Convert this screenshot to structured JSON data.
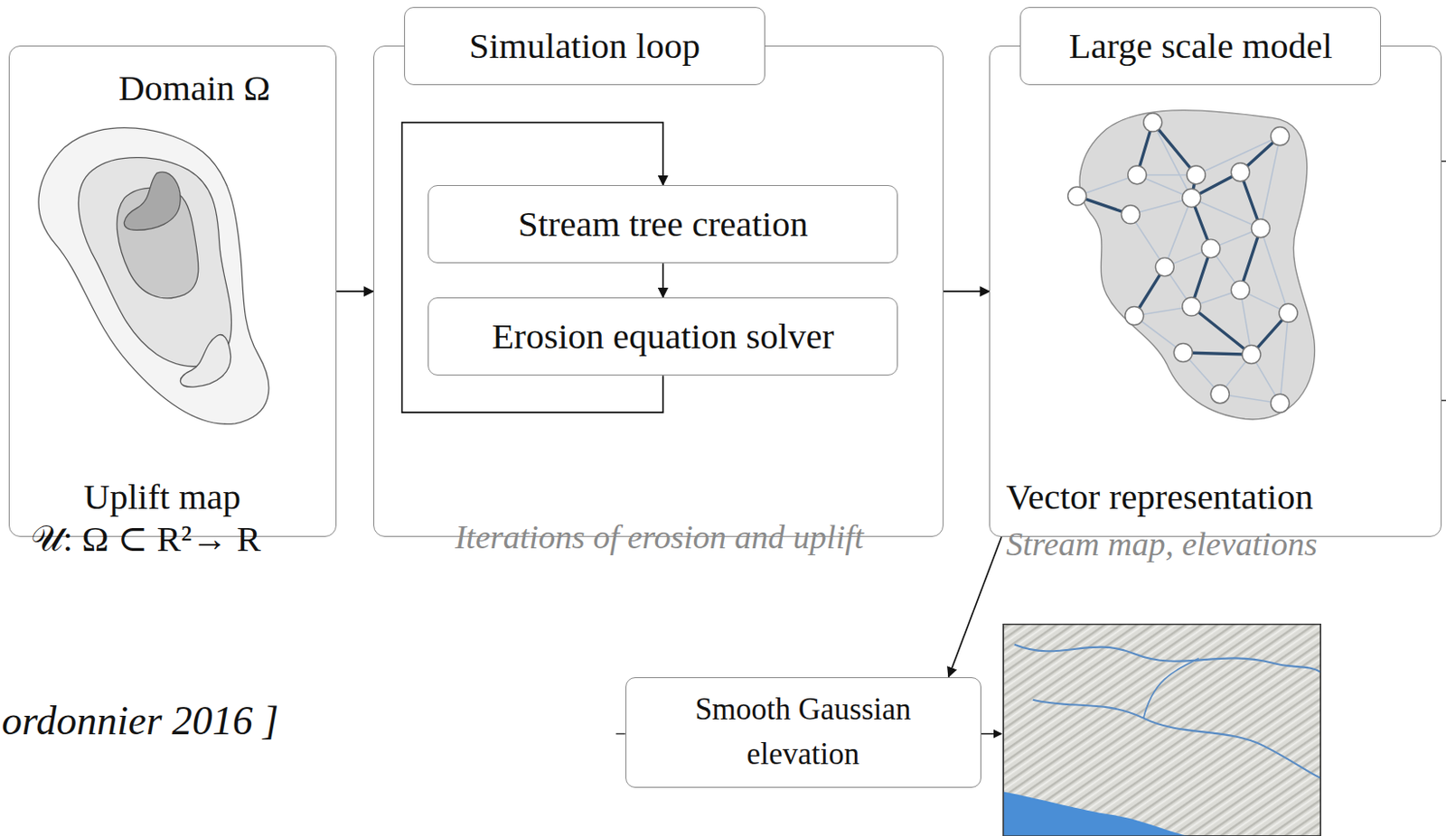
{
  "diagram": {
    "nodes": [
      {
        "text": [
          "Domain Ω",
          "Uplift map",
          "𝒰: Ω ⊂ R²→ R"
        ]
      },
      {
        "text": [
          "Simulation loop",
          "Iterations of erosion and uplift"
        ]
      },
      {
        "text": [
          "Stream tree creation"
        ],
        "in": 1
      },
      {
        "text": [
          "Erosion equation solver"
        ],
        "in": 1
      },
      {
        "text": [
          "Large scale model",
          "Vector representation",
          "Stream map, elevations"
        ]
      },
      {
        "text": [
          "Smooth Gaussian elevation"
        ]
      }
    ],
    "edges": [
      {
        "from": 0,
        "to": 1,
        "arrow": "to"
      },
      {
        "from": 1,
        "to": 4,
        "arrow": "to"
      },
      {
        "from": 2,
        "to": 3,
        "arrow": "to"
      },
      {
        "from": 3,
        "to": 2,
        "arrow": "to"
      },
      {
        "from": 4,
        "to": 5,
        "arrow": "to"
      }
    ],
    "labels": [
      "ordonnier 2016 ]"
    ]
  }
}
